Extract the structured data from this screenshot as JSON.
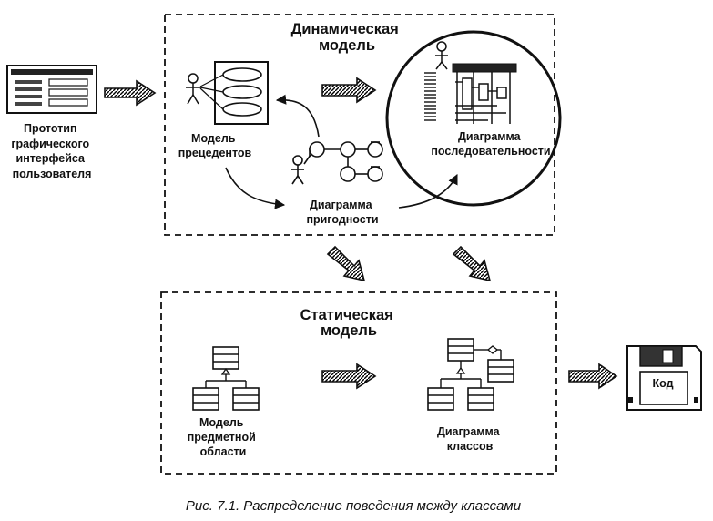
{
  "diagram": {
    "prototype_label": [
      "Прототип",
      "графического",
      "интерфейса",
      "пользователя"
    ],
    "dynamic_model": {
      "title": [
        "Динамическая",
        "модель"
      ],
      "use_case_label": [
        "Модель",
        "прецедентов"
      ],
      "robustness_label": [
        "Диаграмма",
        "пригодности"
      ],
      "sequence_label": [
        "Диаграмма",
        "последовательности"
      ]
    },
    "static_model": {
      "title": [
        "Статическая",
        "модель"
      ],
      "domain_label": [
        "Модель",
        "предметной",
        "области"
      ],
      "class_diagram_label": [
        "Диаграмма",
        "классов"
      ]
    },
    "code_label": "Код",
    "caption": "Рис. 7.1. Распределение поведения между классами"
  },
  "icons": {
    "prototype": "ui-prototype-icon",
    "use_case": "use-case-diagram-icon",
    "robustness": "robustness-diagram-icon",
    "sequence": "sequence-diagram-icon",
    "domain": "domain-model-icon",
    "class_diagram": "class-diagram-icon",
    "code": "floppy-disk-icon",
    "arrow": "hatched-arrow-icon"
  }
}
